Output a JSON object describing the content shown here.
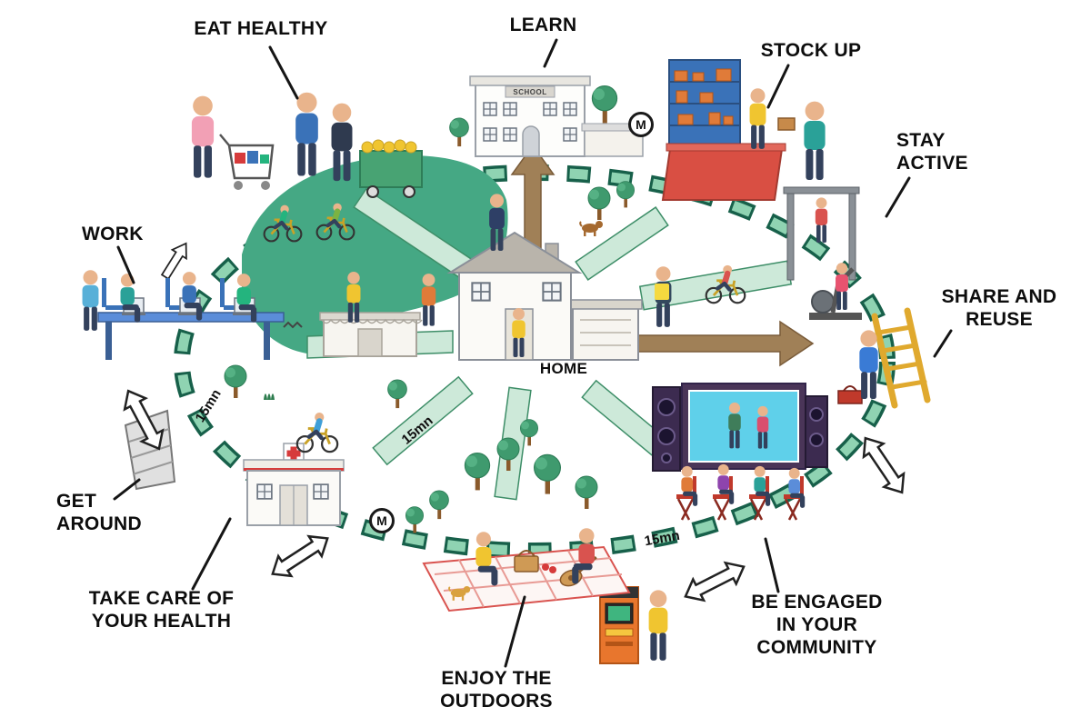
{
  "labels": {
    "work": {
      "line1": "WORK"
    },
    "eat_healthy": {
      "line1": "EAT HEALTHY"
    },
    "learn": {
      "line1": "LEARN"
    },
    "stock_up": {
      "line1": "STOCK UP"
    },
    "stay_active": {
      "line1": "STAY",
      "line2": "ACTIVE"
    },
    "share_and_reuse": {
      "line1": "SHARE AND",
      "line2": "REUSE"
    },
    "be_engaged": {
      "line1": "BE ENGAGED",
      "line2": "IN YOUR COMMUNITY"
    },
    "enjoy_outdoors": {
      "line1": "ENJOY THE",
      "line2": "OUTDOORS"
    },
    "take_care_health": {
      "line1": "TAKE CARE OF",
      "line2": "YOUR HEALTH"
    },
    "get_around": {
      "line1": "GET",
      "line2": "AROUND"
    },
    "home": "HOME"
  },
  "ring": {
    "time_labels": [
      "15mn",
      "15mn",
      "15mn"
    ]
  },
  "scene": {
    "school_sign": "SCHOOL",
    "metro_signs": [
      "M",
      "M"
    ]
  },
  "colors": {
    "park_green": "#45a884",
    "ring_dash": "#8fd3b2",
    "ring_outline": "#17604a",
    "arrow_brown": "#a08057",
    "path_strip": "#cde9d9",
    "counter_red": "#d94f43",
    "shelf_blue": "#3a72b8",
    "screen_cyan": "#5fd0ea",
    "ladder_yellow": "#e0a92e",
    "atm_orange": "#e8762d"
  }
}
